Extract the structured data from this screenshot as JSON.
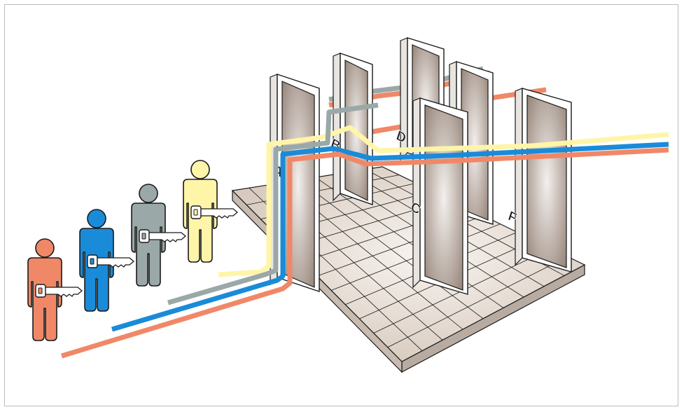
{
  "diagram": {
    "doors": [
      {
        "id": "door-a",
        "letter": "A"
      },
      {
        "id": "door-b",
        "letter": "B"
      },
      {
        "id": "door-c",
        "letter": "C"
      },
      {
        "id": "door-d",
        "letter": "D"
      },
      {
        "id": "door-e",
        "letter": "E"
      },
      {
        "id": "door-f",
        "letter": "F"
      }
    ],
    "people": [
      {
        "id": "person-orange",
        "color": "#f08868"
      },
      {
        "id": "person-blue",
        "color": "#1a8bd8"
      },
      {
        "id": "person-gray",
        "color": "#9aa8a8"
      },
      {
        "id": "person-yellow",
        "color": "#fff5a8"
      }
    ],
    "path_colors": {
      "orange": "#f08868",
      "blue": "#1a8bd8",
      "gray": "#9aa8a8",
      "yellow": "#fff5a8"
    },
    "floor_color": "#ddd2c8",
    "door_color": "#a89890",
    "frame_color": "#ffffff"
  }
}
